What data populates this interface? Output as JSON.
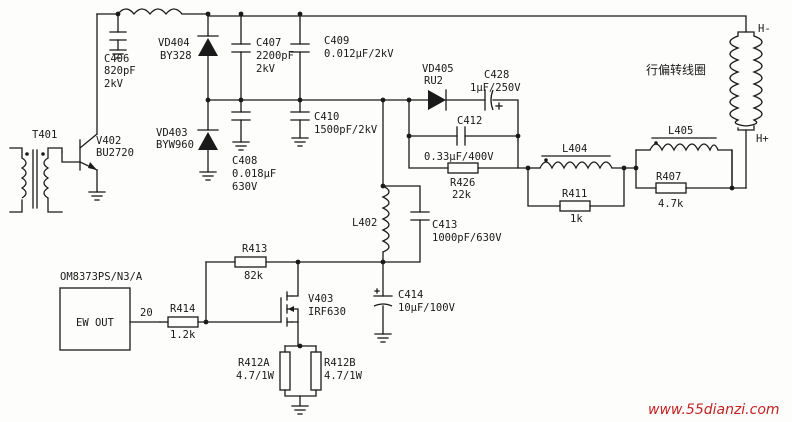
{
  "labels": {
    "c406": {
      "ref": "C406",
      "val1": "820pF",
      "val2": "2kV"
    },
    "vd404": {
      "ref": "VD404",
      "val": "BY328"
    },
    "c407": {
      "ref": "C407",
      "val1": "2200pF",
      "val2": "2kV"
    },
    "c409": {
      "ref": "C409",
      "val": "0.012μF/2kV"
    },
    "vd403": {
      "ref": "VD403",
      "val": "BYW960"
    },
    "c408": {
      "ref": "C408",
      "val1": "0.018μF",
      "val2": "630V"
    },
    "c410": {
      "ref": "C410",
      "val": "1500pF/2kV"
    },
    "t401": {
      "ref": "T401"
    },
    "v402": {
      "ref": "V402",
      "val": "BU2720"
    },
    "vd405": {
      "ref": "VD405",
      "val": "RU2"
    },
    "c428": {
      "ref": "C428",
      "val": "1μF/250V"
    },
    "c412": {
      "ref": "C412",
      "val": "0.33μF/400V"
    },
    "r426": {
      "ref": "R426",
      "val": "22k"
    },
    "l404": {
      "ref": "L404"
    },
    "r411": {
      "ref": "R411",
      "val": "1k"
    },
    "l405": {
      "ref": "L405"
    },
    "r407": {
      "ref": "R407",
      "val": "4.7k"
    },
    "yoke": {
      "title": "行偏转线圈",
      "hminus": "H-",
      "hplus": "H+"
    },
    "l402": {
      "ref": "L402"
    },
    "c413": {
      "ref": "C413",
      "val": "1000pF/630V"
    },
    "r413": {
      "ref": "R413",
      "val": "82k"
    },
    "v403": {
      "ref": "V403",
      "val": "IRF630"
    },
    "c414": {
      "ref": "C414",
      "val": "10μF/100V"
    },
    "ic": {
      "name": "OM8373PS/N3/A",
      "pin_label": "EW OUT",
      "pin_num": "20"
    },
    "r414": {
      "ref": "R414",
      "val": "1.2k"
    },
    "r412a": {
      "ref": "R412A",
      "val": "4.7/1W"
    },
    "r412b": {
      "ref": "R412B",
      "val": "4.7/1W"
    },
    "watermark": "www.55dianzi.com"
  },
  "colors": {
    "ink": "#1a1a1a",
    "watermark": "#c22222",
    "paper": "#fdfdfc"
  }
}
